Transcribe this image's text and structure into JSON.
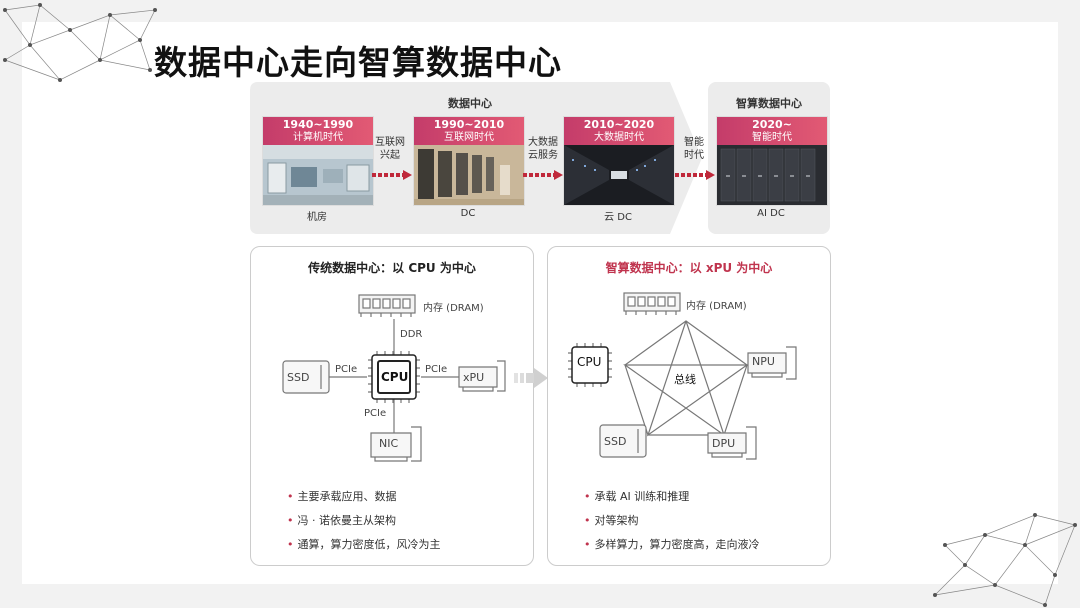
{
  "title": "数据中心走向智算数据中心",
  "timeline": {
    "group_label": "数据中心",
    "ai_group_label": "智算数据中心",
    "eras": [
      {
        "dates": "1940~1990",
        "name": "计算机时代",
        "label": "机房"
      },
      {
        "dates": "1990~2010",
        "name": "互联网时代",
        "label": "DC"
      },
      {
        "dates": "2010~2020",
        "name": "大数据时代",
        "label": "云 DC"
      },
      {
        "dates": "2020~",
        "name": "智能时代",
        "label": "AI DC"
      }
    ],
    "transitions": [
      {
        "line1": "互联网",
        "line2": "兴起"
      },
      {
        "line1": "大数据",
        "line2": "云服务"
      },
      {
        "line1": "智能",
        "line2": "时代"
      }
    ]
  },
  "traditional": {
    "title": "传统数据中心：以 CPU 为中心",
    "memory": "内存 (DRAM)",
    "ddr": "DDR",
    "cpu": "CPU",
    "ssd": "SSD",
    "nic": "NIC",
    "xpu": "xPU",
    "pcie_left": "PCIe",
    "pcie_right": "PCIe",
    "pcie_bottom": "PCIe",
    "bullets": [
      "主要承载应用、数据",
      "冯 · 诺依曼主从架构",
      "通算，算力密度低，风冷为主"
    ]
  },
  "intelligent": {
    "title": "智算数据中心：以 xPU 为中心",
    "memory": "内存 (DRAM)",
    "cpu": "CPU",
    "npu": "NPU",
    "ssd": "SSD",
    "dpu": "DPU",
    "bus": "总线",
    "bullets": [
      "承载 AI 训练和推理",
      "对等架构",
      "多样算力，算力密度高，走向液冷"
    ]
  },
  "colors": {
    "accent": "#c0344e",
    "band_start": "#c43c6a",
    "band_end": "#e25a74",
    "arrow": "#c0283a"
  }
}
